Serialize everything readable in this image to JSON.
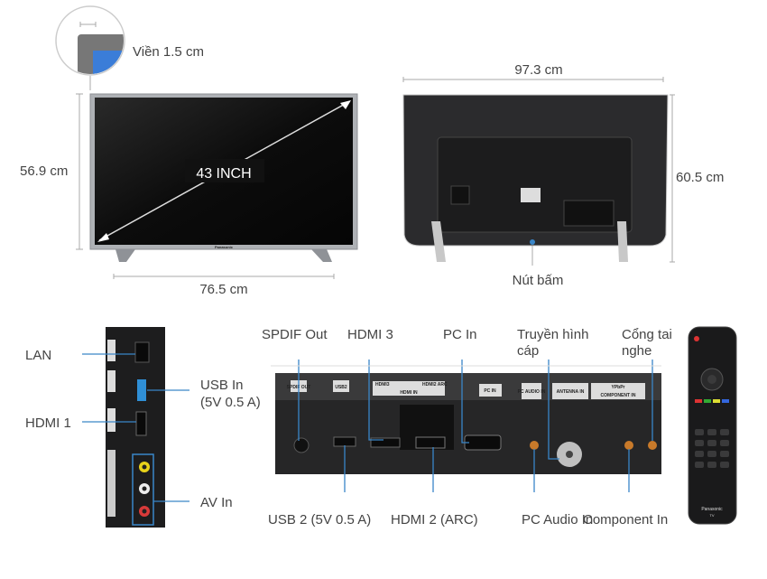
{
  "dimensions": {
    "bezel": "Viền 1.5 cm",
    "screen_size": "43 INCH",
    "front_height": "56.9 cm",
    "front_width": "76.5 cm",
    "back_width": "97.3 cm",
    "back_height": "60.5 cm",
    "button_label": "Nút bấm"
  },
  "brand": "Panasonic",
  "side_ports": {
    "lan": "LAN",
    "usb_line1": "USB In",
    "usb_line2": "(5V 0.5 A)",
    "hdmi1": "HDMI 1",
    "av": "AV In"
  },
  "rear_ports_top": {
    "spdif": "SPDIF Out",
    "hdmi3": "HDMI 3",
    "pc_in": "PC In",
    "cable_line1": "Truyền hình",
    "cable_line2": "cáp",
    "headphone_line1": "Cổng tai",
    "headphone_line2": "nghe"
  },
  "rear_ports_bottom": {
    "usb2": "USB 2 (5V 0.5 A)",
    "hdmi2": "HDMI 2 (ARC)",
    "pc_audio": "PC Audio In",
    "component": "Component In"
  },
  "panel_markings": {
    "spdif": "SPDIF OUT",
    "usb2": "USB2",
    "hdmi_in": "HDMI IN",
    "hdmi3": "HDMI3",
    "hdmi2": "HDMI2 ARC",
    "pc_in": "PC IN",
    "pc_audio": "PC AUDIO IN",
    "antenna": "ANTENNA IN",
    "ypbpr": "YPbPr",
    "component_in": "COMPONENT IN"
  },
  "remote_label": "TV",
  "colors": {
    "pointer": "#3a86c8",
    "bezel": "#a9acb0",
    "screen": "#111111",
    "usb_blue": "#2f8fd6"
  }
}
